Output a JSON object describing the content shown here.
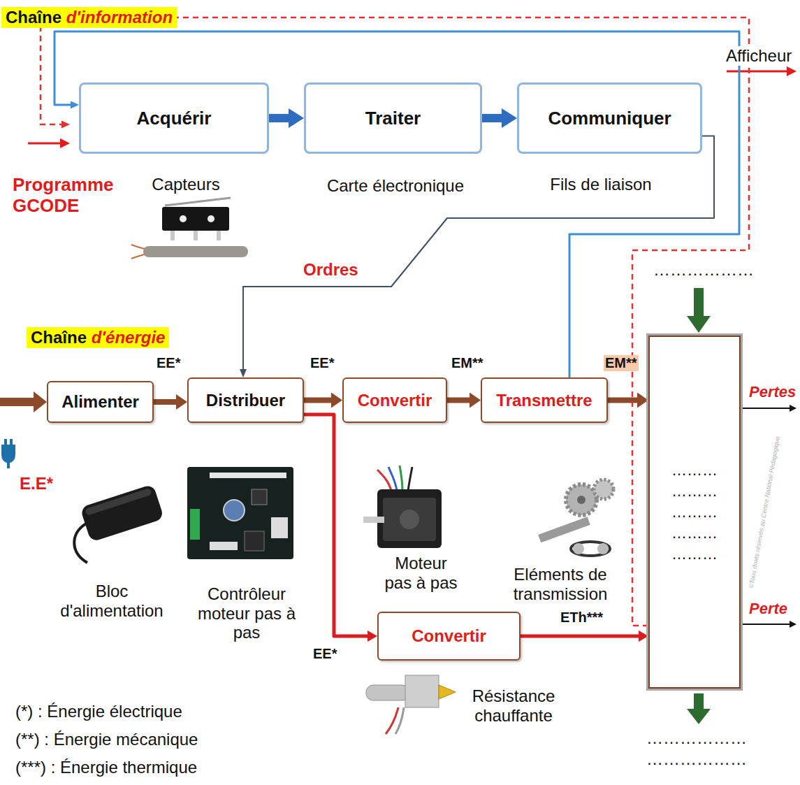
{
  "diagram": {
    "nodes": [
      {
        "text": [
          "Chaîne d'information"
        ]
      },
      {
        "text": [
          "Acquérir"
        ],
        "in": 0
      },
      {
        "text": [
          "Traiter"
        ],
        "in": 0
      },
      {
        "text": [
          "Communiquer"
        ],
        "in": 0
      },
      {
        "text": [
          "Chaîne d'énergie"
        ]
      },
      {
        "text": [
          "Alimenter"
        ],
        "in": 4
      },
      {
        "text": [
          "Distribuer"
        ],
        "in": 4
      },
      {
        "text": [
          "Convertir"
        ],
        "in": 4
      },
      {
        "text": [
          "Transmettre"
        ],
        "in": 4
      },
      {
        "text": [
          "……… ……… ……… ……… ………"
        ]
      },
      {
        "text": [
          "Convertir"
        ]
      }
    ],
    "edges": [
      {
        "from": 1,
        "to": 2,
        "arrow": "to"
      },
      {
        "from": 2,
        "to": 3,
        "arrow": "to"
      },
      {
        "from": 3,
        "to": 6,
        "arrow": "to",
        "label": "Ordres"
      },
      {
        "from": 5,
        "to": 6,
        "arrow": "to",
        "label": "EE*"
      },
      {
        "from": 6,
        "to": 7,
        "arrow": "to",
        "label": "EE*"
      },
      {
        "from": 7,
        "to": 8,
        "arrow": "to",
        "label": "EM**"
      },
      {
        "from": 8,
        "to": 9,
        "arrow": "to",
        "label": "EM**"
      },
      {
        "from": 6,
        "to": 10,
        "arrow": "to",
        "label": "EE*"
      },
      {
        "from": 10,
        "to": 9,
        "arrow": "to",
        "label": "ETh***"
      },
      {
        "from": 8,
        "to": 1,
        "arrow": "to"
      },
      {
        "from": 9,
        "to": 0,
        "arrow": "to"
      }
    ],
    "labels": [
      "Capteurs",
      "Carte électronique",
      "Fils de liaison",
      "Programme GCODE",
      "Afficheur",
      "………………",
      "Pertes",
      "Perte",
      "E.E*",
      "Bloc d'alimentation",
      "Contrôleur moteur pas à pas",
      "Moteur pas à pas",
      "Eléments de transmission",
      "Résistance chauffante",
      "(*) : Énergie électrique",
      "(**) : Énergie mécanique",
      "(***) : Énergie thermique",
      "………………",
      "………………",
      "©Tous droits réservés au Centre National Pédagogique"
    ]
  }
}
